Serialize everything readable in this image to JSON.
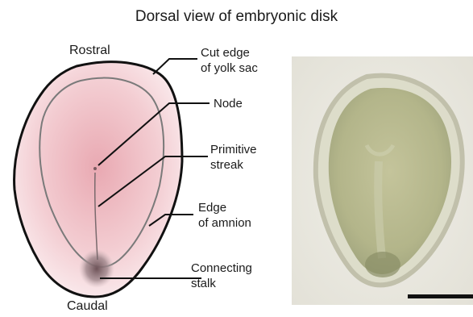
{
  "figure": {
    "title": "Dorsal view of embryonic disk",
    "orientation": {
      "top": "Rostral",
      "bottom": "Caudal"
    },
    "labels": {
      "cut_edge": [
        "Cut edge",
        "of yolk sac"
      ],
      "node": "Node",
      "primitive_streak": [
        "Primitive",
        "streak"
      ],
      "edge_amnion": [
        "Edge",
        "of amnion"
      ],
      "connecting_stalk": [
        "Connecting",
        "stalk"
      ]
    },
    "colors": {
      "disk_fill": "#f2c7cc",
      "outline": "#111111",
      "amnion_line": "#777777",
      "stalk": "#8a6f74"
    }
  }
}
